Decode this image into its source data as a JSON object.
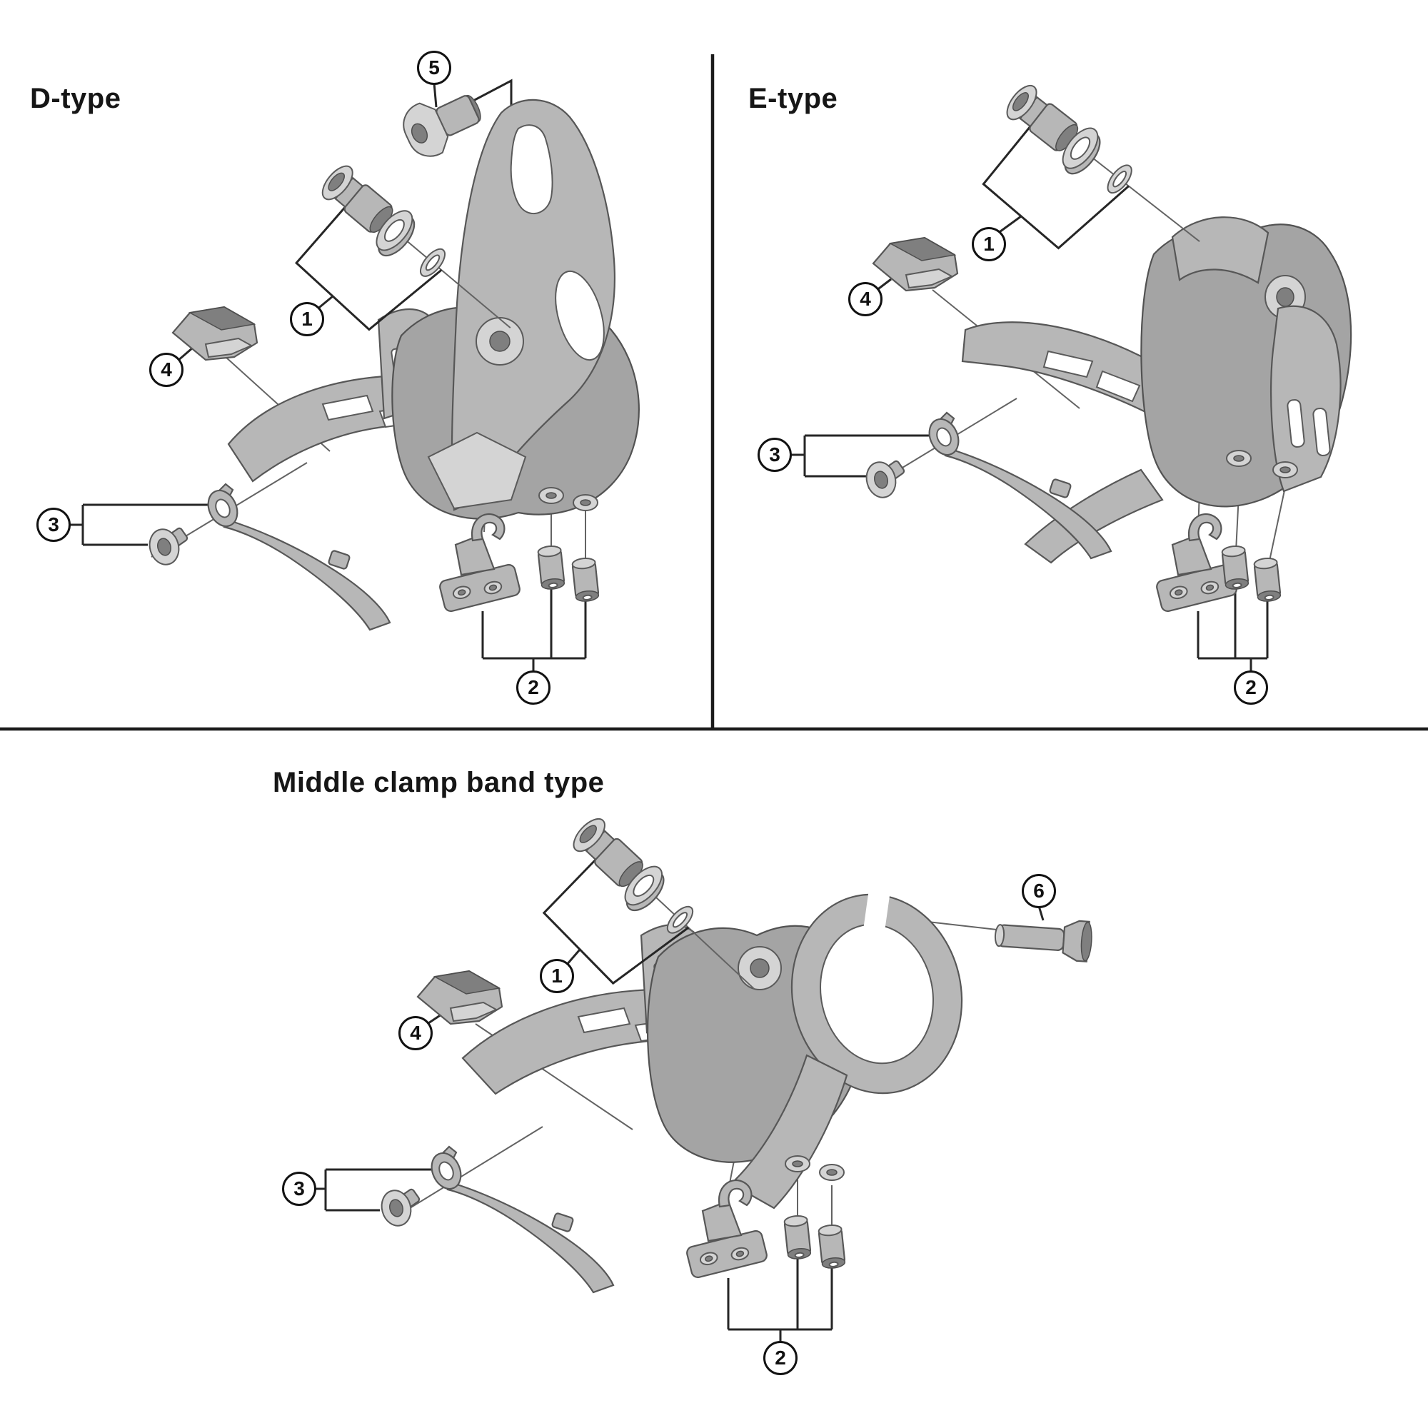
{
  "figure": {
    "kind": "exploded parts diagram",
    "subject": "front derailleur mounting types"
  },
  "sections": [
    {
      "id": "d-type",
      "title": "D-type",
      "callouts": [
        {
          "label": "5"
        },
        {
          "label": "1"
        },
        {
          "label": "4"
        },
        {
          "label": "3"
        },
        {
          "label": "2"
        }
      ]
    },
    {
      "id": "e-type",
      "title": "E-type",
      "callouts": [
        {
          "label": "1"
        },
        {
          "label": "4"
        },
        {
          "label": "3"
        },
        {
          "label": "2"
        }
      ]
    },
    {
      "id": "middle-clamp-band-type",
      "title": "Middle clamp band type",
      "callouts": [
        {
          "label": "1"
        },
        {
          "label": "6"
        },
        {
          "label": "4"
        },
        {
          "label": "3"
        },
        {
          "label": "2"
        }
      ]
    }
  ]
}
